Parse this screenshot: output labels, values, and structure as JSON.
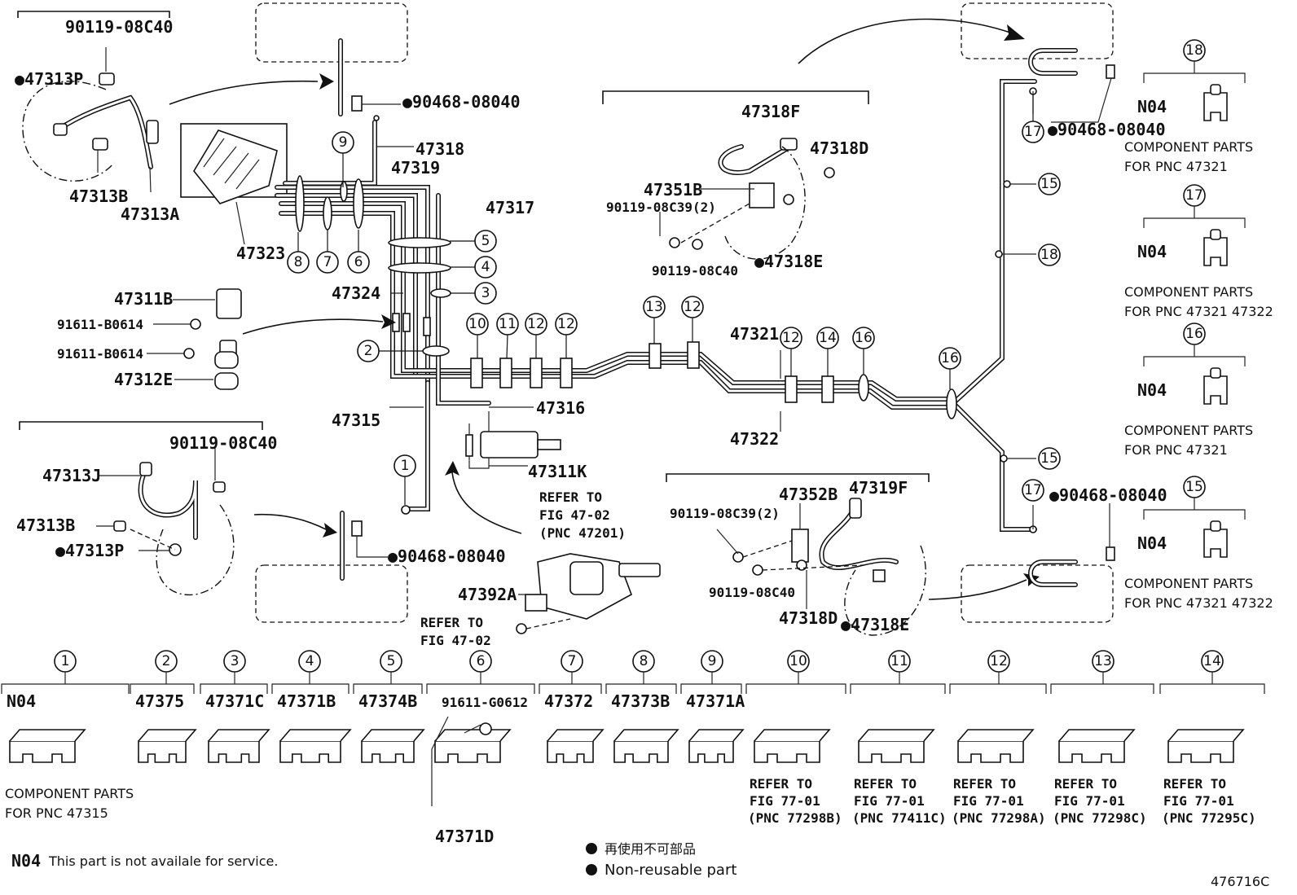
{
  "diagram_number": "476716C",
  "legend": {
    "note_code": "N04",
    "note_text": "This part is not availale for service.",
    "non_reusable_jp": "再使用不可部品",
    "non_reusable_en": "Non-reusable part"
  },
  "labels": {
    "p90119_08C40_top": "90119-08C40",
    "p47313P_top": "●47313P",
    "p47313B_top": "47313B",
    "p47313A": "47313A",
    "p90468_top": "●90468-08040",
    "p47318": "47318",
    "p47319": "47319",
    "p47317": "47317",
    "p47323": "47323",
    "p47324": "47324",
    "p47311B": "47311B",
    "p91611_B0614_a": "91611-B0614",
    "p91611_B0614_b": "91611-B0614",
    "p47312E": "47312E",
    "p47315": "47315",
    "p47316": "47316",
    "p47311K": "47311K",
    "p90119_08C40_left": "90119-08C40",
    "p47313J": "47313J",
    "p47313B_left": "47313B",
    "p47313P_left": "●47313P",
    "p90468_left": "●90468-08040",
    "refer_47201_1": "REFER TO",
    "refer_47201_2": "FIG 47-02",
    "refer_47201_3": "(PNC 47201)",
    "p47392A": "47392A",
    "refer_4702_1": "REFER TO",
    "refer_4702_2": "FIG 47-02",
    "p47318F": "47318F",
    "p47318D_top": "47318D",
    "p47351B": "47351B",
    "p90119_08C39_top": "90119-08C39(2)",
    "p90119_08C40_mid": "90119-08C40",
    "p47318E_top": "●47318E",
    "p47321": "47321",
    "p47322": "47322",
    "p90119_08C39_bot": "90119-08C39(2)",
    "p47352B": "47352B",
    "p47319F": "47319F",
    "p90119_08C40_bot": "90119-08C40",
    "p47318D_bot": "47318D",
    "p47318E_bot": "●47318E",
    "p90468_right_top": "●90468-08040",
    "p90468_right_bot": "●90468-08040"
  },
  "side_parts": [
    {
      "num": "18",
      "code": "N04",
      "line1": "COMPONENT PARTS",
      "line2": "FOR PNC 47321"
    },
    {
      "num": "17",
      "code": "N04",
      "line1": "COMPONENT PARTS",
      "line2": "FOR PNC 47321 47322"
    },
    {
      "num": "16",
      "code": "N04",
      "line1": "COMPONENT PARTS",
      "line2": "FOR PNC 47321"
    },
    {
      "num": "15",
      "code": "N04",
      "line1": "COMPONENT PARTS",
      "line2": "FOR PNC 47321 47322"
    }
  ],
  "bottom_parts": [
    {
      "num": "1",
      "code": "N04",
      "ref1": "COMPONENT PARTS",
      "ref2": "FOR PNC 47315"
    },
    {
      "num": "2",
      "code": "47375"
    },
    {
      "num": "3",
      "code": "47371C"
    },
    {
      "num": "4",
      "code": "47371B"
    },
    {
      "num": "5",
      "code": "47374B"
    },
    {
      "num": "6",
      "code": "91611-G0612",
      "sub": "47371D"
    },
    {
      "num": "7",
      "code": "47372"
    },
    {
      "num": "8",
      "code": "47373B"
    },
    {
      "num": "9",
      "code": "47371A"
    },
    {
      "num": "10",
      "ref1": "REFER TO",
      "ref2": "FIG 77-01",
      "ref3": "(PNC 77298B)"
    },
    {
      "num": "11",
      "ref1": "REFER TO",
      "ref2": "FIG 77-01",
      "ref3": "(PNC 77411C)"
    },
    {
      "num": "12",
      "ref1": "REFER TO",
      "ref2": "FIG 77-01",
      "ref3": "(PNC 77298A)"
    },
    {
      "num": "13",
      "ref1": "REFER TO",
      "ref2": "FIG 77-01",
      "ref3": "(PNC 77298C)"
    },
    {
      "num": "14",
      "ref1": "REFER TO",
      "ref2": "FIG 77-01",
      "ref3": "(PNC 77295C)"
    }
  ],
  "callouts": {
    "c9": "9",
    "c8": "8",
    "c7": "7",
    "c6": "6",
    "c5": "5",
    "c4": "4",
    "c3": "3",
    "c2": "2",
    "c1": "1",
    "c10": "10",
    "c11": "11",
    "c12a": "12",
    "c12b": "12",
    "c13": "13",
    "c12c": "12",
    "c12d": "12",
    "c14": "14",
    "c16a": "16",
    "c16b": "16",
    "c17a": "17",
    "c15a": "15",
    "c18": "18",
    "c15b": "15",
    "c17b": "17"
  }
}
